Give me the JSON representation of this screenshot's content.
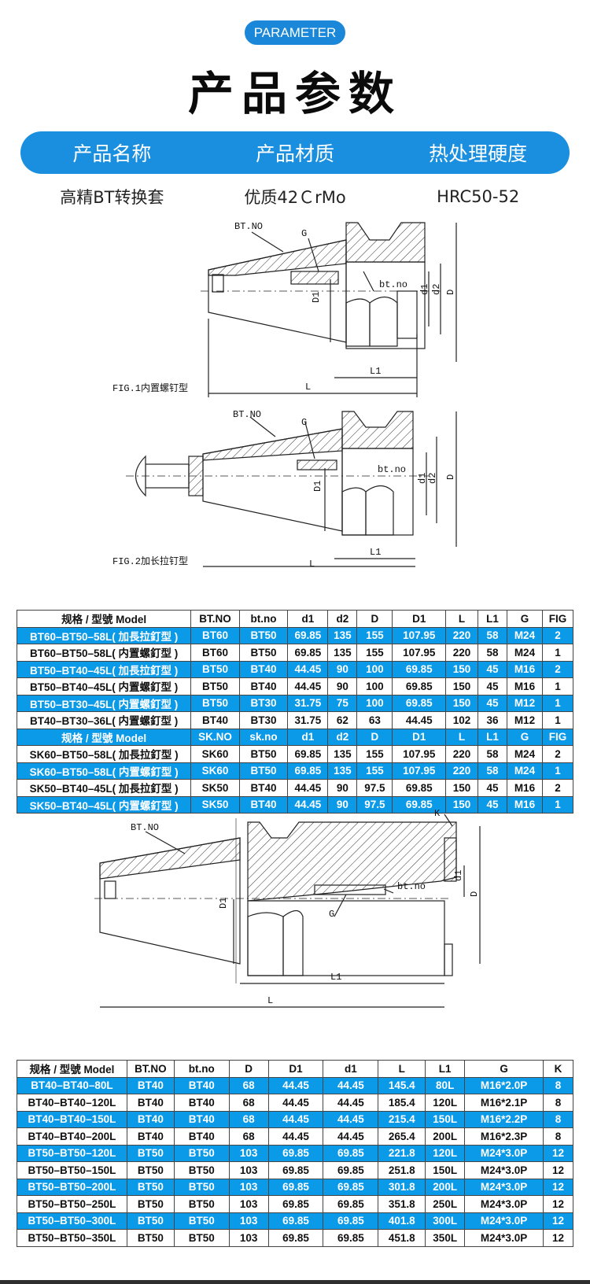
{
  "header": {
    "badge": "PARAMETER",
    "title": "产品参数"
  },
  "info_bar": {
    "labels": [
      "产品名称",
      "产品材质",
      "热处理硬度"
    ],
    "values": [
      "高精BT转换套",
      "优质42ＣrMo",
      "HRC50-52"
    ]
  },
  "fig1": {
    "caption": "FIG.1内置螺钉型",
    "labels": {
      "btno": "BT.NO",
      "g": "G",
      "bt_no_small": "bt.no",
      "d1": "D1",
      "d1s": "d1",
      "d2": "d2",
      "d": "D",
      "l1": "L1",
      "l": "L"
    }
  },
  "fig2": {
    "caption": "FIG.2加长拉钉型",
    "labels": {
      "btno": "BT.NO",
      "g": "G",
      "bt_no_small": "bt.no",
      "d1": "D1",
      "d1s": "d1",
      "d2": "d2",
      "d": "D",
      "l1": "L1",
      "l": "L"
    }
  },
  "fig3": {
    "labels": {
      "btno": "BT.NO",
      "k": "K",
      "bt_no_small": "bt.no",
      "g": "G",
      "d1": "D1",
      "d1s": "d1",
      "d": "D",
      "l1": "L1",
      "l": "L"
    }
  },
  "table1": {
    "rows": [
      {
        "style": "hd",
        "cells": [
          "规格 / 型號  Model",
          "BT.NO",
          "bt.no",
          "d1",
          "d2",
          "D",
          "D1",
          "L",
          "L1",
          "G",
          "FIG"
        ]
      },
      {
        "style": "hl",
        "cells": [
          "BT60–BT50–58L( 加長拉釘型 )",
          "BT60",
          "BT50",
          "69.85",
          "135",
          "155",
          "107.95",
          "220",
          "58",
          "M24",
          "2"
        ]
      },
      {
        "style": "",
        "cells": [
          "BT60–BT50–58L( 内置螺釘型 )",
          "BT60",
          "BT50",
          "69.85",
          "135",
          "155",
          "107.95",
          "220",
          "58",
          "M24",
          "1"
        ]
      },
      {
        "style": "hl",
        "cells": [
          "BT50–BT40–45L( 加長拉釘型 )",
          "BT50",
          "BT40",
          "44.45",
          "90",
          "100",
          "69.85",
          "150",
          "45",
          "M16",
          "2"
        ]
      },
      {
        "style": "",
        "cells": [
          "BT50–BT40–45L( 内置螺釘型 )",
          "BT50",
          "BT40",
          "44.45",
          "90",
          "100",
          "69.85",
          "150",
          "45",
          "M16",
          "1"
        ]
      },
      {
        "style": "hl",
        "cells": [
          "BT50–BT30–45L( 内置螺釘型 )",
          "BT50",
          "BT30",
          "31.75",
          "75",
          "100",
          "69.85",
          "150",
          "45",
          "M12",
          "1"
        ]
      },
      {
        "style": "",
        "cells": [
          "BT40–BT30–36L( 内置螺釘型 )",
          "BT40",
          "BT30",
          "31.75",
          "62",
          "63",
          "44.45",
          "102",
          "36",
          "M12",
          "1"
        ]
      },
      {
        "style": "hl",
        "cells": [
          "规格 / 型號  Model",
          "SK.NO",
          "sk.no",
          "d1",
          "d2",
          "D",
          "D1",
          "L",
          "L1",
          "G",
          "FIG"
        ]
      },
      {
        "style": "",
        "cells": [
          "SK60–BT50–58L( 加長拉釘型 )",
          "SK60",
          "BT50",
          "69.85",
          "135",
          "155",
          "107.95",
          "220",
          "58",
          "M24",
          "2"
        ]
      },
      {
        "style": "hl",
        "cells": [
          "SK60–BT50–58L( 内置螺釘型 )",
          "SK60",
          "BT50",
          "69.85",
          "135",
          "155",
          "107.95",
          "220",
          "58",
          "M24",
          "1"
        ]
      },
      {
        "style": "",
        "cells": [
          "SK50–BT40–45L( 加長拉釘型 )",
          "SK50",
          "BT40",
          "44.45",
          "90",
          "97.5",
          "69.85",
          "150",
          "45",
          "M16",
          "2"
        ]
      },
      {
        "style": "hl",
        "cells": [
          "SK50–BT40–45L( 内置螺釘型 )",
          "SK50",
          "BT40",
          "44.45",
          "90",
          "97.5",
          "69.85",
          "150",
          "45",
          "M16",
          "1"
        ]
      }
    ]
  },
  "table2": {
    "rows": [
      {
        "style": "hd",
        "cells": [
          "规格 / 型號  Model",
          "BT.NO",
          "bt.no",
          "D",
          "D1",
          "d1",
          "L",
          "L1",
          "G",
          "K"
        ]
      },
      {
        "style": "hl",
        "cells": [
          "BT40–BT40–80L",
          "BT40",
          "BT40",
          "68",
          "44.45",
          "44.45",
          "145.4",
          "80L",
          "M16*2.0P",
          "8"
        ]
      },
      {
        "style": "",
        "cells": [
          "BT40–BT40–120L",
          "BT40",
          "BT40",
          "68",
          "44.45",
          "44.45",
          "185.4",
          "120L",
          "M16*2.1P",
          "8"
        ]
      },
      {
        "style": "hl",
        "cells": [
          "BT40–BT40–150L",
          "BT40",
          "BT40",
          "68",
          "44.45",
          "44.45",
          "215.4",
          "150L",
          "M16*2.2P",
          "8"
        ]
      },
      {
        "style": "",
        "cells": [
          "BT40–BT40–200L",
          "BT40",
          "BT40",
          "68",
          "44.45",
          "44.45",
          "265.4",
          "200L",
          "M16*2.3P",
          "8"
        ]
      },
      {
        "style": "hl",
        "cells": [
          "BT50–BT50–120L",
          "BT50",
          "BT50",
          "103",
          "69.85",
          "69.85",
          "221.8",
          "120L",
          "M24*3.0P",
          "12"
        ]
      },
      {
        "style": "",
        "cells": [
          "BT50–BT50–150L",
          "BT50",
          "BT50",
          "103",
          "69.85",
          "69.85",
          "251.8",
          "150L",
          "M24*3.0P",
          "12"
        ]
      },
      {
        "style": "hl",
        "cells": [
          "BT50–BT50–200L",
          "BT50",
          "BT50",
          "103",
          "69.85",
          "69.85",
          "301.8",
          "200L",
          "M24*3.0P",
          "12"
        ]
      },
      {
        "style": "",
        "cells": [
          "BT50–BT50–250L",
          "BT50",
          "BT50",
          "103",
          "69.85",
          "69.85",
          "351.8",
          "250L",
          "M24*3.0P",
          "12"
        ]
      },
      {
        "style": "hl",
        "cells": [
          "BT50–BT50–300L",
          "BT50",
          "BT50",
          "103",
          "69.85",
          "69.85",
          "401.8",
          "300L",
          "M24*3.0P",
          "12"
        ]
      },
      {
        "style": "",
        "cells": [
          "BT50–BT50–350L",
          "BT50",
          "BT50",
          "103",
          "69.85",
          "69.85",
          "451.8",
          "350L",
          "M24*3.0P",
          "12"
        ]
      }
    ]
  }
}
